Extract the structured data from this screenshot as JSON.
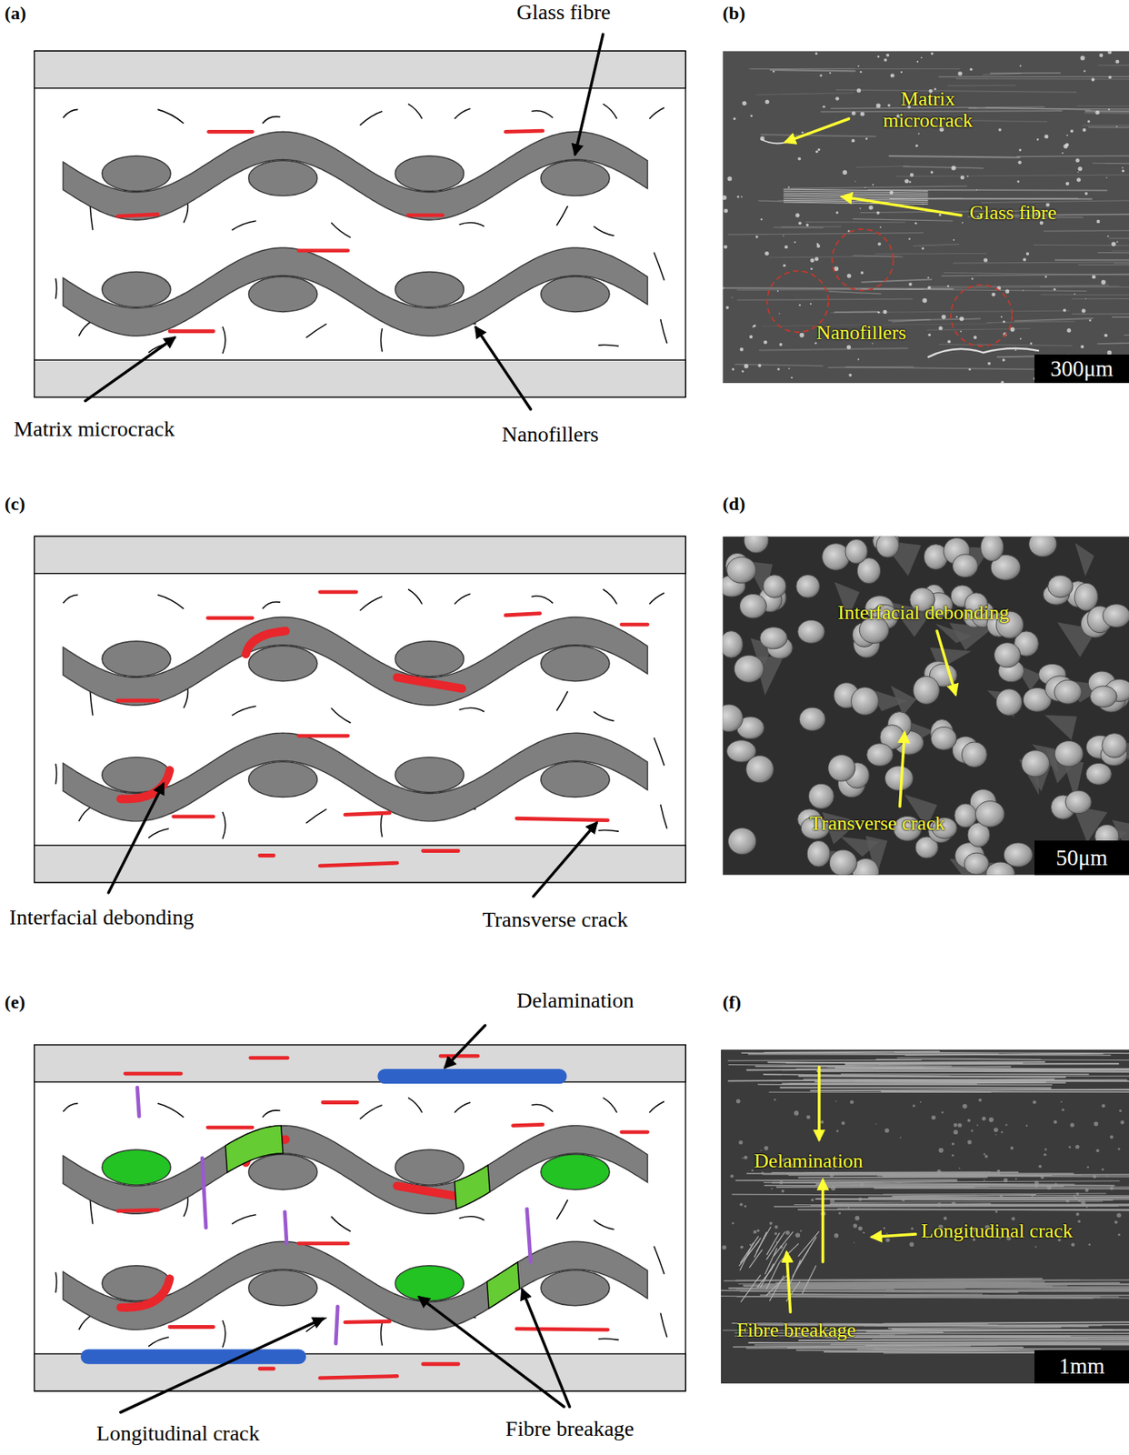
{
  "diagram": {
    "nodes": [
      {
        "text": [
          "300μm"
        ]
      },
      {
        "text": [
          "50μm"
        ]
      },
      {
        "text": [
          "1mm"
        ]
      }
    ],
    "labels": [
      "(a)",
      "Glass fibre",
      "(b)",
      "Matrix microcrack",
      "Glass fibre",
      "Nanofillers",
      "Matrix microcrack",
      "Nanofillers",
      "(c)",
      "(d)",
      "Interfacial debonding",
      "Transverse crack",
      "Interfacial debonding",
      "Transverse crack",
      "(e)",
      "Delamination",
      "(f)",
      "Delamination",
      "Longitudinal crack",
      "Fibre breakage",
      "Longitudinal crack",
      "Fibre breakage"
    ]
  }
}
